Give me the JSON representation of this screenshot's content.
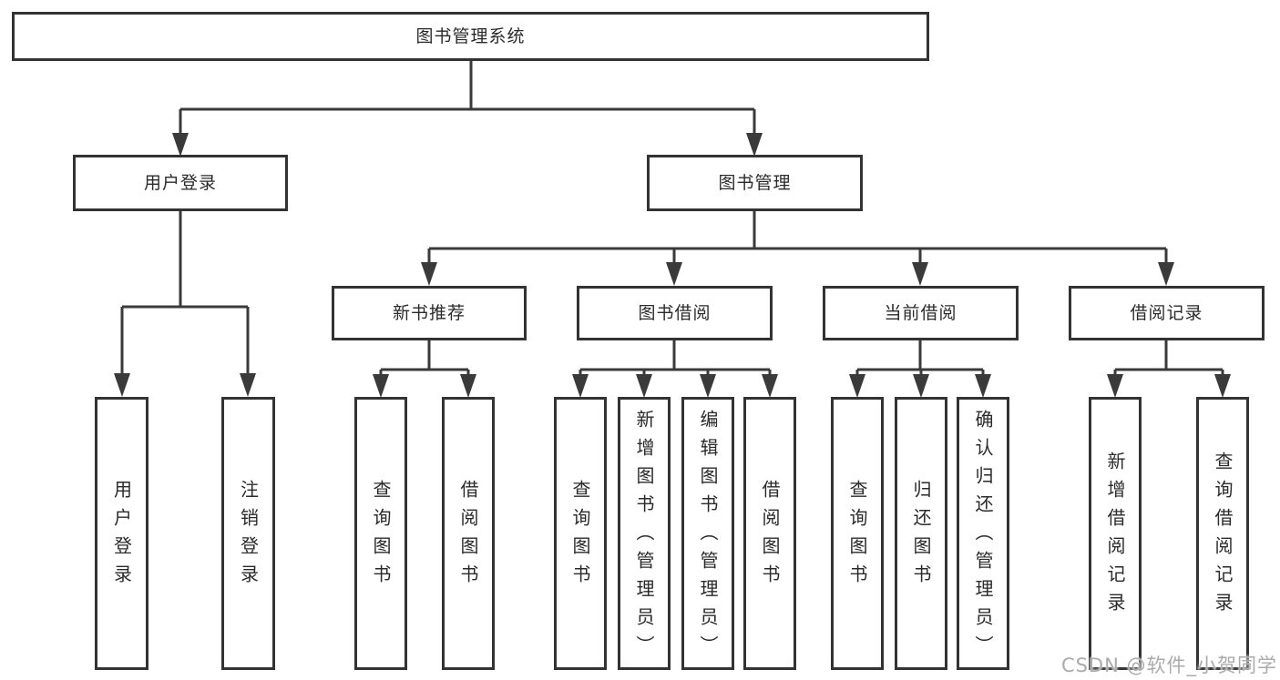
{
  "diagram_type": "hierarchy",
  "tree": {
    "label": "图书管理系统",
    "children": [
      {
        "label": "用户登录",
        "children": [
          {
            "label": "用户登录"
          },
          {
            "label": "注销登录"
          }
        ]
      },
      {
        "label": "图书管理",
        "children": [
          {
            "label": "新书推荐",
            "children": [
              {
                "label": "查询图书"
              },
              {
                "label": "借阅图书"
              }
            ]
          },
          {
            "label": "图书借阅",
            "children": [
              {
                "label": "查询图书"
              },
              {
                "label": "新增图书（管理员）"
              },
              {
                "label": "编辑图书（管理员）"
              },
              {
                "label": "借阅图书"
              }
            ]
          },
          {
            "label": "当前借阅",
            "children": [
              {
                "label": "查询图书"
              },
              {
                "label": "归还图书"
              },
              {
                "label": "确认归还（管理员）"
              }
            ]
          },
          {
            "label": "借阅记录",
            "children": [
              {
                "label": "新增借阅记录"
              },
              {
                "label": "查询借阅记录"
              }
            ]
          }
        ]
      }
    ]
  },
  "watermark": {
    "text": "CSDN @软件_小贺同学"
  },
  "colors": {
    "line": "#3a3a3a",
    "box_border": "#333333",
    "text": "#2a2a2a",
    "background": "#ffffff",
    "watermark": "#ababab"
  }
}
